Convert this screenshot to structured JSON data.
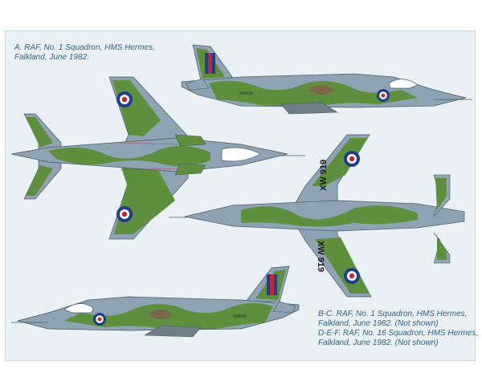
{
  "captions": {
    "a": [
      "A. RAF, No. 1 Squadron, HMS Hermes,",
      "Falkland, June 1982."
    ],
    "bc": [
      "B-C. RAF, No. 1 Squadron, HMS Hermes,",
      "Falkland, June 1982. (Not shown)",
      "D-E-F. RAF, No. 16 Squadron, HMS Hermes,",
      "Falkland, June 1982. (Not shown)"
    ]
  },
  "markings": {
    "serial": "XW919",
    "wing_code": "XW 919"
  },
  "colors": {
    "camo_green": "#5e8f3c",
    "camo_grey": "#8ea3b4",
    "roundel_red": "#c1272d",
    "roundel_blue": "#1f3f8a",
    "caption_blue": "#2f5f82"
  }
}
